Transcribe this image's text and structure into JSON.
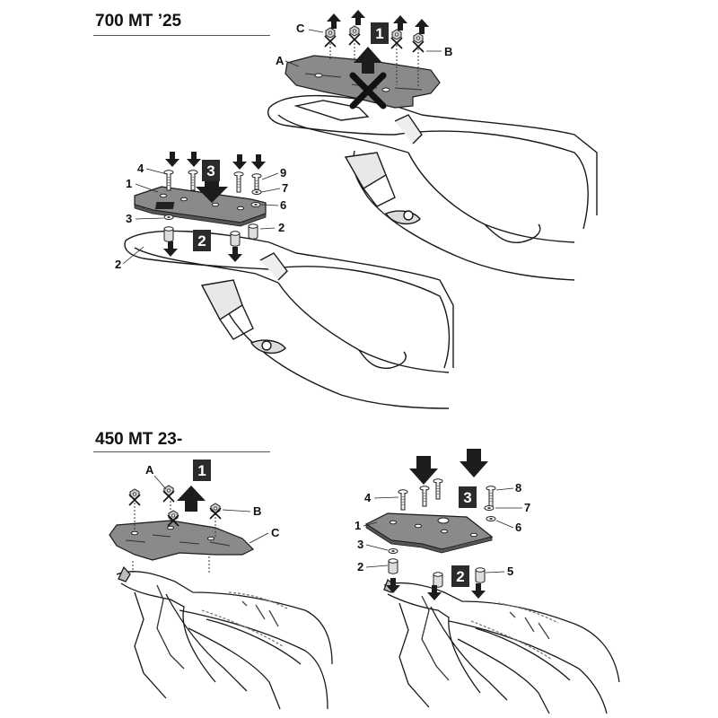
{
  "sections": [
    {
      "title": "700 MT ’25",
      "removal": {
        "step": "1",
        "callouts": [
          "A",
          "B",
          "C"
        ]
      },
      "install": {
        "steps": [
          "2",
          "3"
        ],
        "callouts": [
          "1",
          "2",
          "2",
          "3",
          "4",
          "6",
          "7",
          "9"
        ]
      }
    },
    {
      "title": "450 MT 23-",
      "removal": {
        "step": "1",
        "callouts": [
          "A",
          "B",
          "C"
        ]
      },
      "install": {
        "steps": [
          "2",
          "3"
        ],
        "callouts": [
          "1",
          "2",
          "3",
          "4",
          "5",
          "6",
          "7",
          "8"
        ]
      }
    }
  ],
  "colors": {
    "ink": "#1a1a1a",
    "plate": "#8a8a8a",
    "step_badge": "#2b2b2b",
    "arrow": "#1c1c1c",
    "background": "#ffffff"
  },
  "icons": [
    "up-arrow-icon",
    "down-arrow-icon",
    "cross-out-icon",
    "screw-icon",
    "washer-icon",
    "spacer-icon"
  ]
}
